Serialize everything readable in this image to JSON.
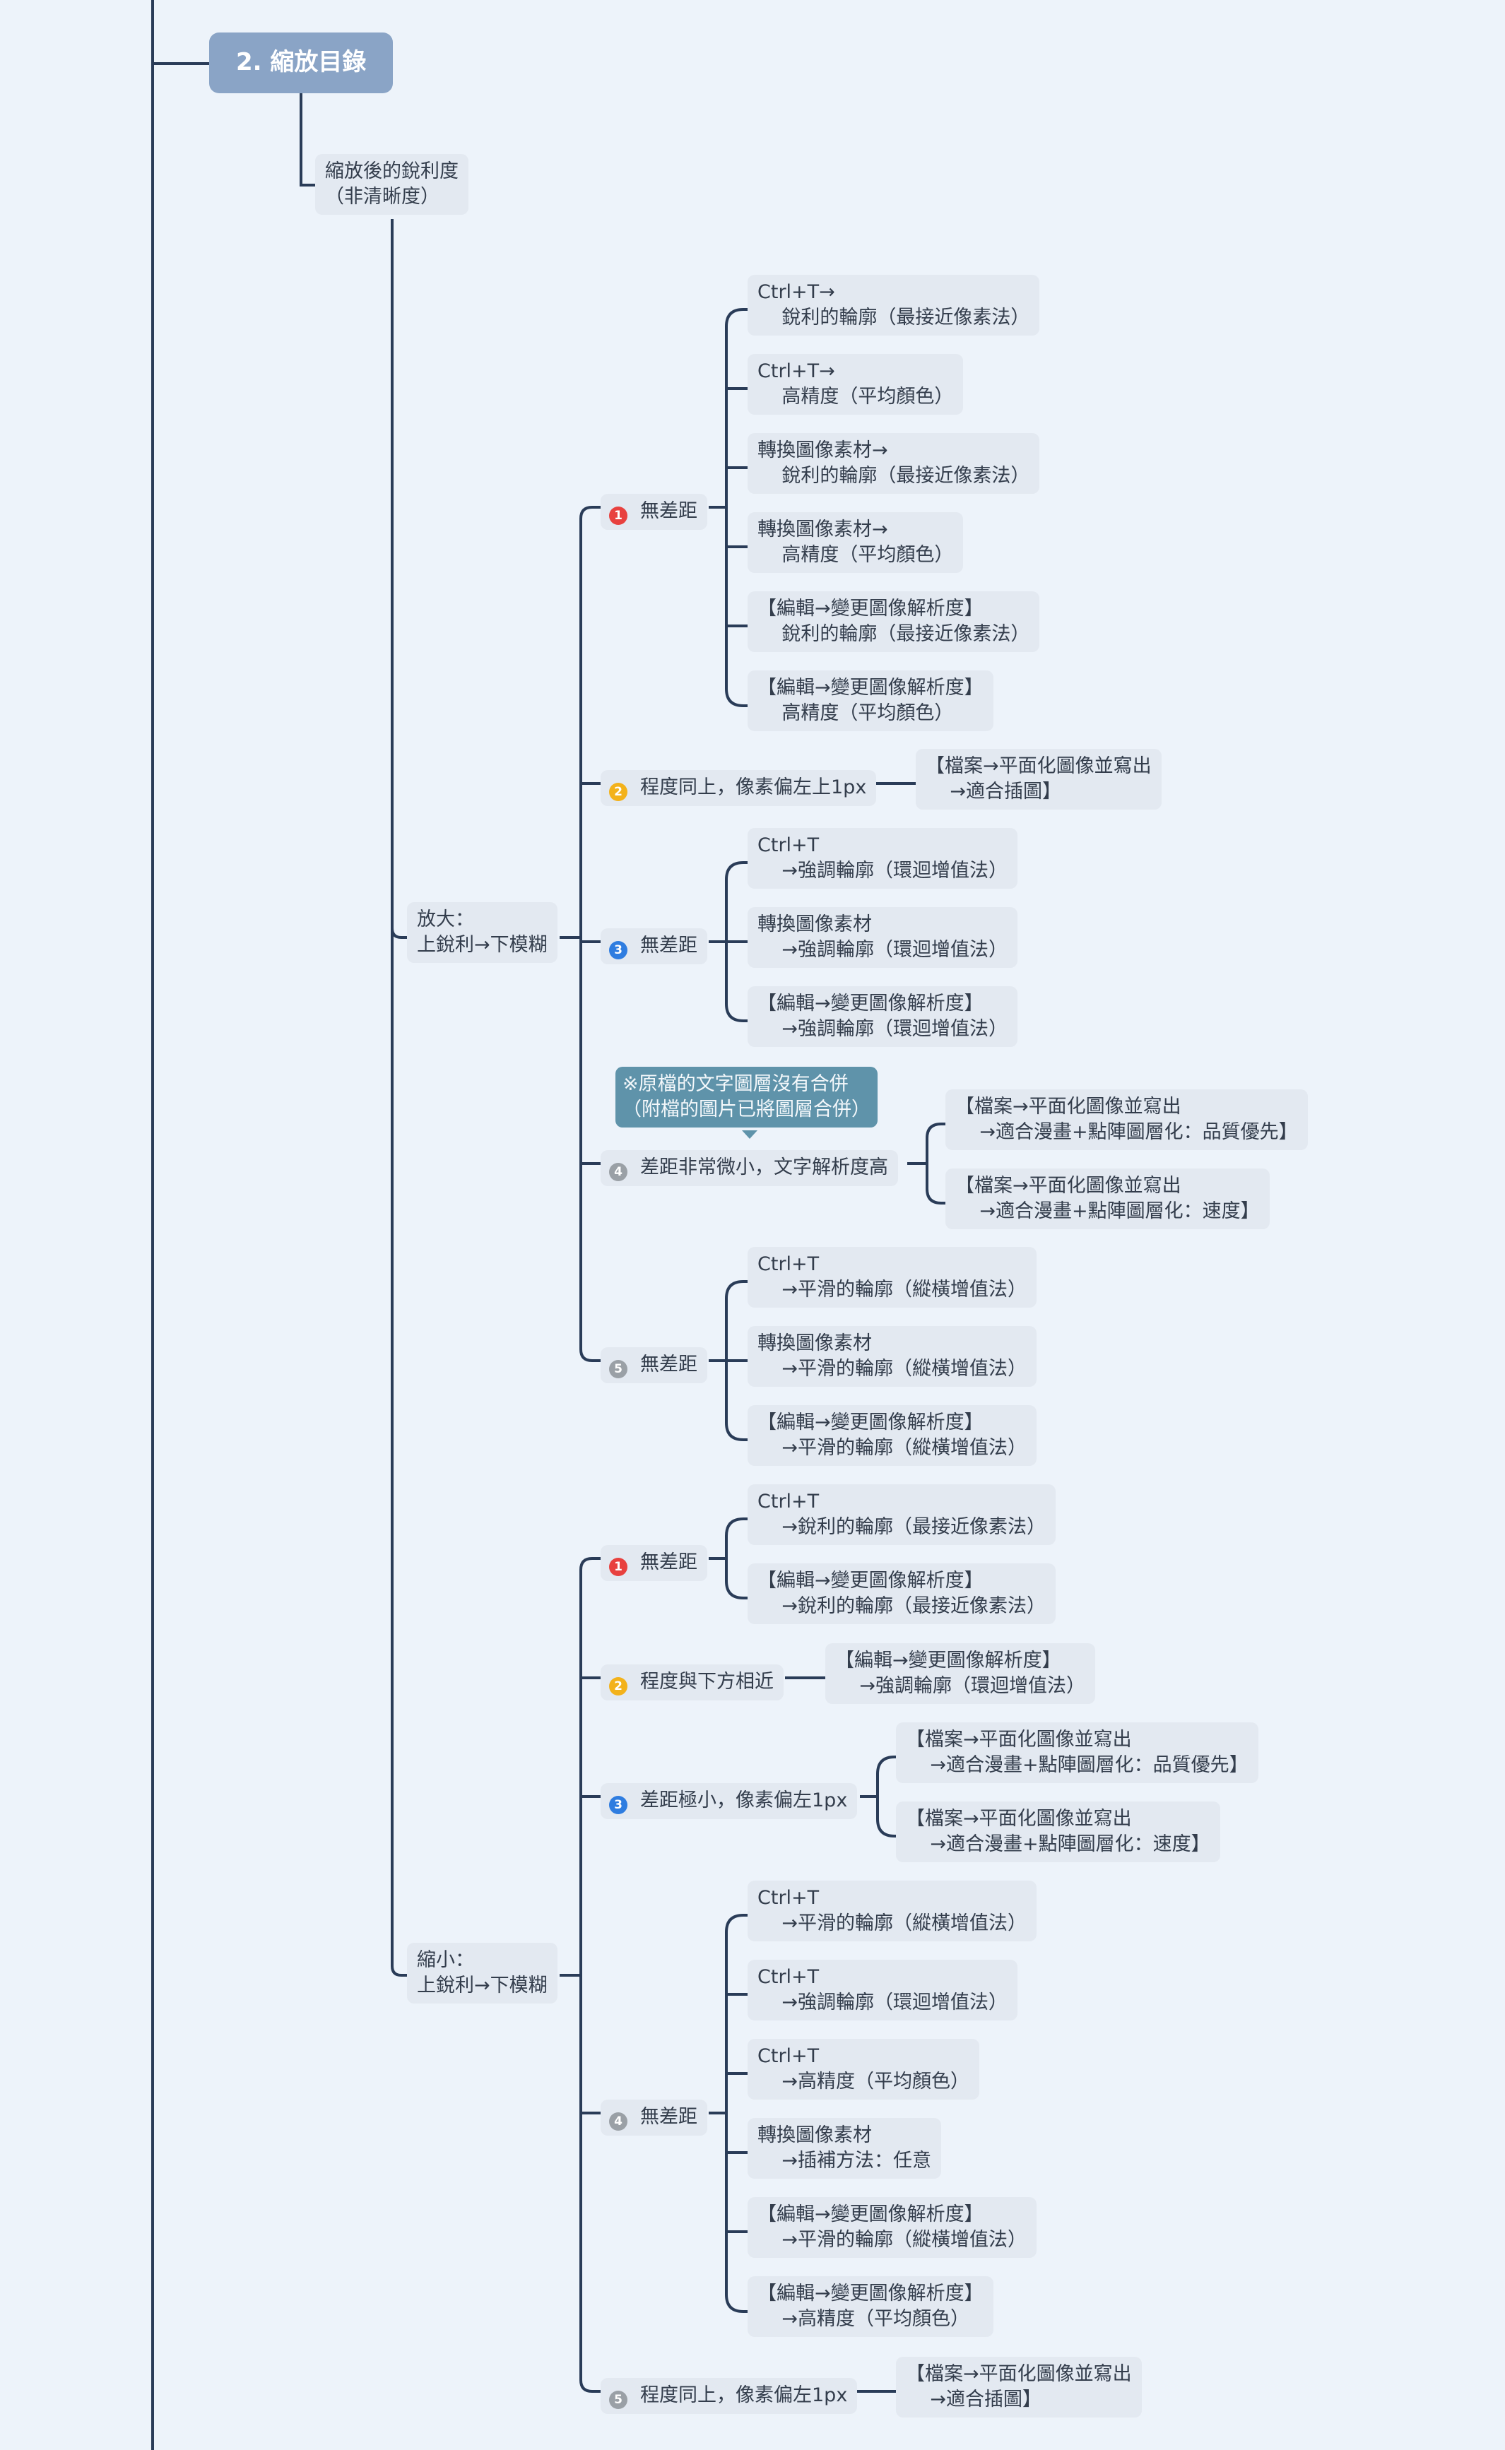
{
  "colors": {
    "background": "#edf3fa",
    "root_fill": "#8aa4c6",
    "node_fill": "#e3e9f1",
    "line": "#2a3c58",
    "note_fill": "#5f93aa",
    "priority_1": "#e8413f",
    "priority_2": "#f3b21b",
    "priority_3": "#2f7de0",
    "priority_4": "#9aa0a6",
    "priority_5": "#9aa0a6"
  },
  "mindmap": {
    "root": "2. 縮放目錄",
    "topic": "縮放後的銳利度\n（非清晰度）",
    "enlarge": {
      "label": "放大：\n上銳利→下模糊",
      "groups": [
        {
          "marker": "1",
          "marker_icon": "priority-1-icon",
          "label": "無差距",
          "items": [
            "Ctrl+T→\n    銳利的輪廓（最接近像素法）",
            "Ctrl+T→\n    高精度（平均顏色）",
            "轉換圖像素材→\n    銳利的輪廓（最接近像素法）",
            "轉換圖像素材→\n    高精度（平均顏色）",
            "【編輯→變更圖像解析度】\n    銳利的輪廓（最接近像素法）",
            "【編輯→變更圖像解析度】\n    高精度（平均顏色）"
          ]
        },
        {
          "marker": "2",
          "marker_icon": "priority-2-icon",
          "label": "程度同上，像素偏左上1px",
          "items": [
            "【檔案→平面化圖像並寫出\n    →適合插圖】"
          ]
        },
        {
          "marker": "3",
          "marker_icon": "priority-3-icon",
          "label": "無差距",
          "items": [
            "Ctrl+T\n    →強調輪廓（環迴增值法）",
            "轉換圖像素材\n    →強調輪廓（環迴增值法）",
            "【編輯→變更圖像解析度】\n    →強調輪廓（環迴增值法）"
          ]
        },
        {
          "marker": "4",
          "marker_icon": "priority-4-icon",
          "label": "差距非常微小，文字解析度高",
          "note": "※原檔的文字圖層沒有合併\n（附檔的圖片已將圖層合併）",
          "items": [
            "【檔案→平面化圖像並寫出\n    →適合漫畫+點陣圖層化：品質優先】",
            "【檔案→平面化圖像並寫出\n    →適合漫畫+點陣圖層化：速度】"
          ]
        },
        {
          "marker": "5",
          "marker_icon": "priority-5-icon",
          "label": "無差距",
          "items": [
            "Ctrl+T\n    →平滑的輪廓（縱橫增值法）",
            "轉換圖像素材\n    →平滑的輪廓（縱橫增值法）",
            "【編輯→變更圖像解析度】\n    →平滑的輪廓（縱橫增值法）"
          ]
        }
      ]
    },
    "reduce": {
      "label": "縮小：\n上銳利→下模糊",
      "groups": [
        {
          "marker": "1",
          "marker_icon": "priority-1-icon",
          "label": "無差距",
          "items": [
            "Ctrl+T\n    →銳利的輪廓（最接近像素法）",
            "【編輯→變更圖像解析度】\n    →銳利的輪廓（最接近像素法）"
          ]
        },
        {
          "marker": "2",
          "marker_icon": "priority-2-icon",
          "label": "程度與下方相近",
          "items": [
            "【編輯→變更圖像解析度】\n    →強調輪廓（環迴增值法）"
          ]
        },
        {
          "marker": "3",
          "marker_icon": "priority-3-icon",
          "label": "差距極小，像素偏左1px",
          "items": [
            "【檔案→平面化圖像並寫出\n    →適合漫畫+點陣圖層化：品質優先】",
            "【檔案→平面化圖像並寫出\n    →適合漫畫+點陣圖層化：速度】"
          ]
        },
        {
          "marker": "4",
          "marker_icon": "priority-4-icon",
          "label": "無差距",
          "items": [
            "Ctrl+T\n    →平滑的輪廓（縱橫增值法）",
            "Ctrl+T\n    →強調輪廓（環迴增值法）",
            "Ctrl+T\n    →高精度（平均顏色）",
            "轉換圖像素材\n    →插補方法：任意",
            "【編輯→變更圖像解析度】\n    →平滑的輪廓（縱橫增值法）",
            "【編輯→變更圖像解析度】\n    →高精度（平均顏色）"
          ]
        },
        {
          "marker": "5",
          "marker_icon": "priority-5-icon",
          "label": "程度同上，像素偏左1px",
          "items": [
            "【檔案→平面化圖像並寫出\n    →適合插圖】"
          ]
        }
      ]
    }
  }
}
